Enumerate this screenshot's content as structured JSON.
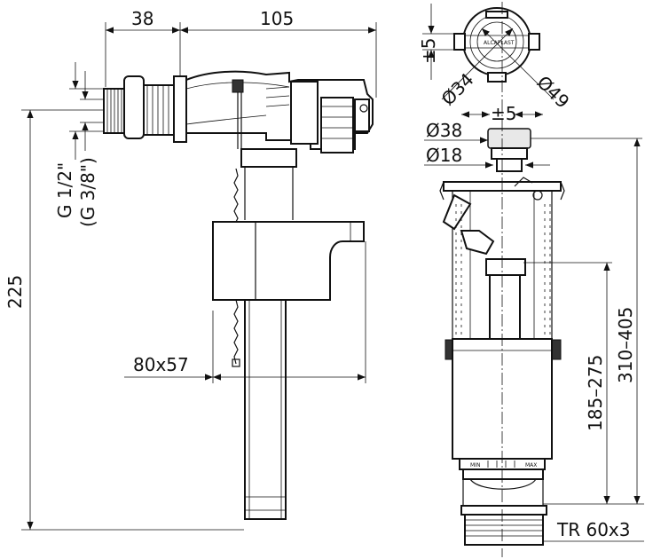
{
  "dimensions": {
    "d38": "38",
    "d105": "105",
    "thread_main": "G 1/2\"",
    "thread_alt": "(G 3/8\")",
    "d225": "225",
    "d80x57": "80x57",
    "pm5_top": "±5",
    "d34": "Ø34",
    "d49": "Ø49",
    "pm5_mid": "±5",
    "d38_button": "Ø38",
    "d18": "Ø18",
    "d310_405": "310–405",
    "d185_275": "185–275",
    "tr60x3": "TR 60x3"
  },
  "scale_marks": {
    "min": "MIN",
    "max": "MAX"
  }
}
